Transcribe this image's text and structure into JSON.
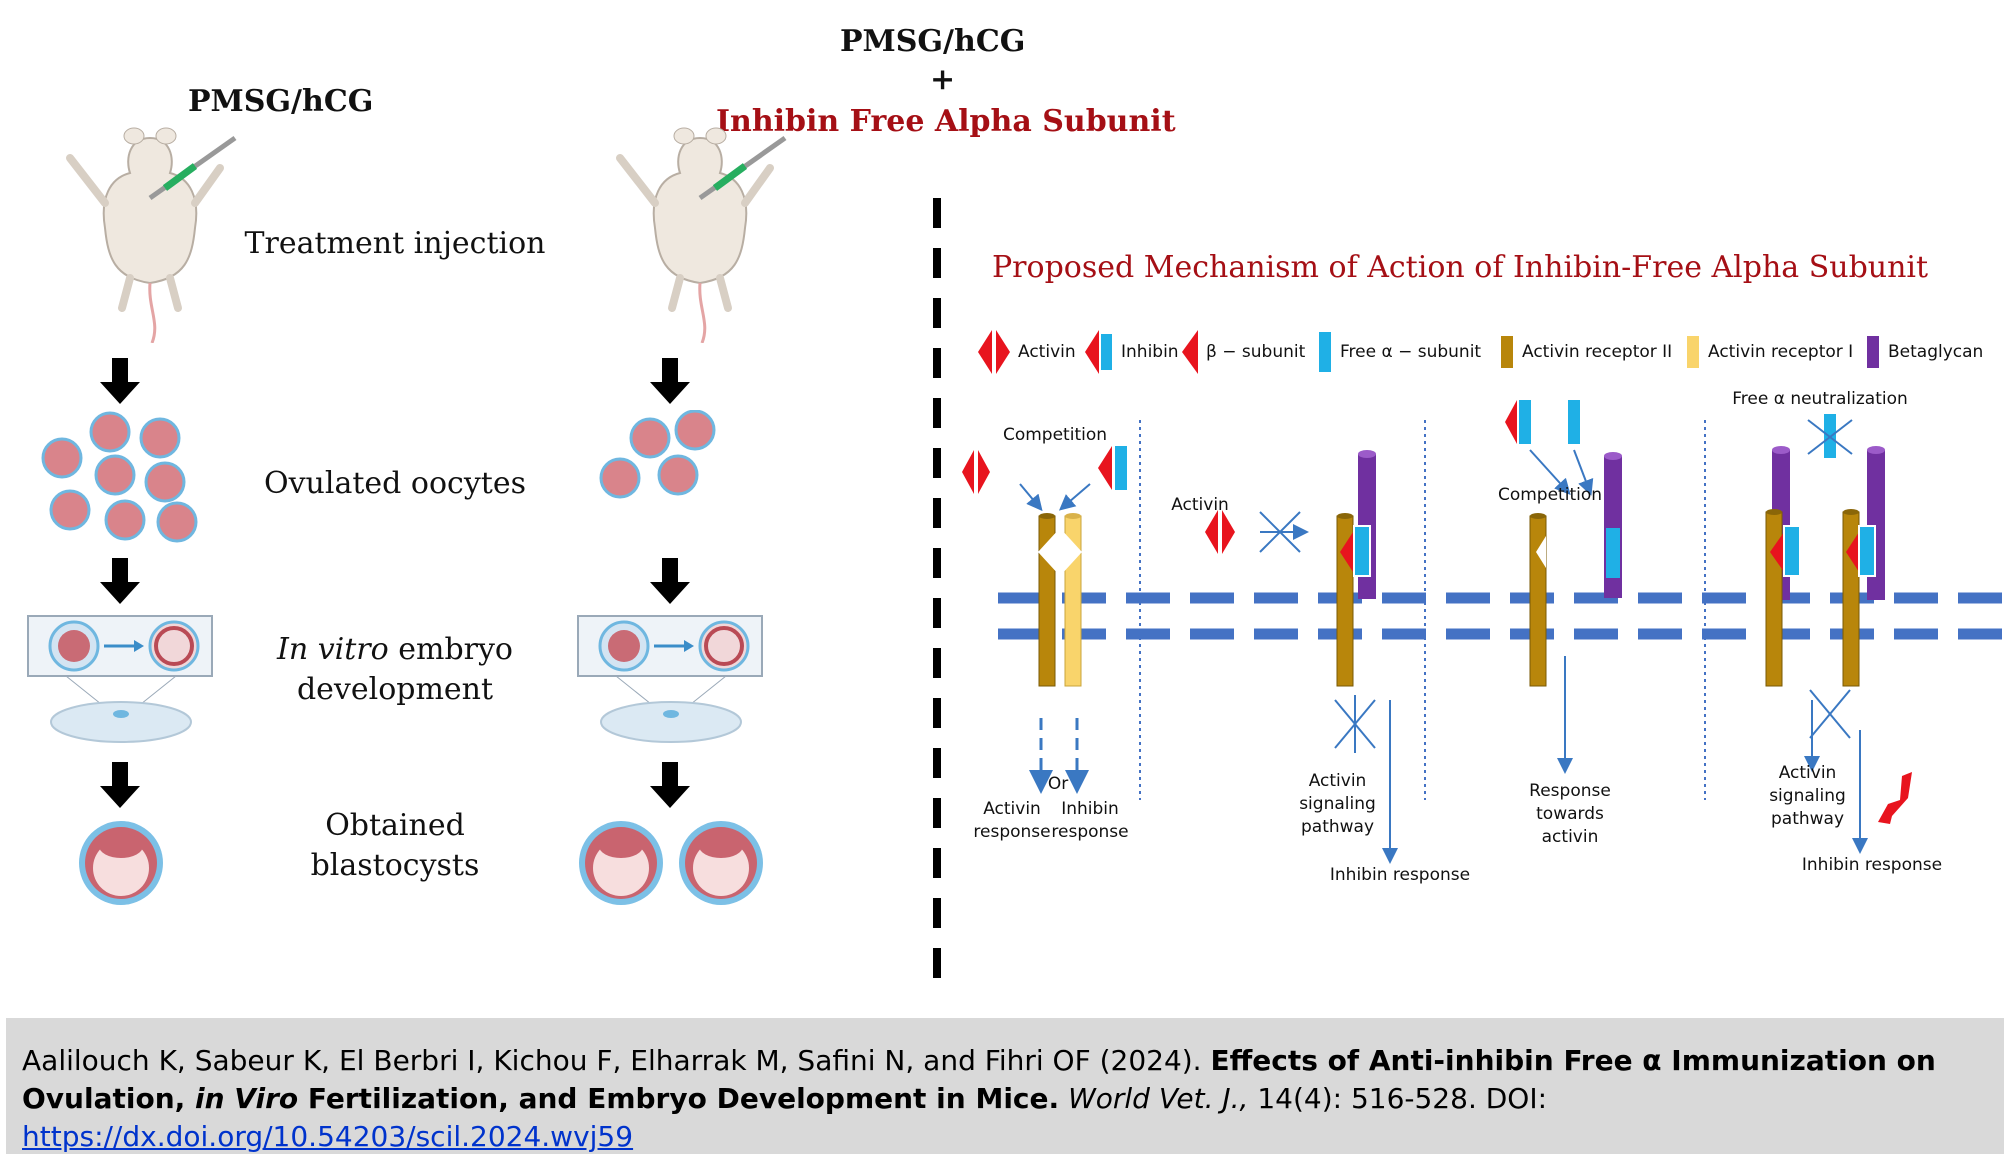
{
  "left": {
    "col1_header": "PMSG/hCG",
    "col2_header_line1": "PMSG/hCG",
    "col2_header_plus": "+",
    "col2_header_line2": "Inhibin Free Alpha Subunit",
    "stages": {
      "injection": "Treatment injection",
      "oocytes": "Ovulated oocytes",
      "invitro_italic": "In vitro",
      "invitro_rest": " embryo",
      "invitro_line2": "development",
      "blasto_line1": "Obtained",
      "blasto_line2": "blastocysts"
    }
  },
  "mechanism": {
    "title": "Proposed Mechanism of Action of Inhibin-Free Alpha Subunit",
    "legend": {
      "activin": "Activin",
      "inhibin": "Inhibin",
      "beta": "β − subunit",
      "free_alpha": "Free α − subunit",
      "receptor2": "Activin receptor II",
      "receptor1": "Activin receptor I",
      "betaglycan": "Betaglycan"
    },
    "panel1": {
      "competition": "Competition",
      "or": "Or",
      "activin_response_1": "Activin",
      "activin_response_2": "response",
      "inhibin_response_1": "Inhibin",
      "inhibin_response_2": "response"
    },
    "panel2": {
      "activin": "Activin",
      "signaling_1": "Activin",
      "signaling_2": "signaling",
      "signaling_3": "pathway",
      "inhibin_response": "Inhibin response"
    },
    "panel3": {
      "competition": "Competition",
      "resp_1": "Response",
      "resp_2": "towards",
      "resp_3": "activin"
    },
    "panel4": {
      "neutralization": "Free α neutralization",
      "signaling_1": "Activin",
      "signaling_2": "signaling",
      "signaling_3": "pathway",
      "inhibin_response": "Inhibin response"
    },
    "colors": {
      "red": "#e8141e",
      "blue": "#1fb0e6",
      "gold": "#b8860b",
      "yellow": "#f9d46b",
      "purple": "#7030a0",
      "membrane": "#4472c4",
      "title_red": "#a50f15"
    }
  },
  "citation": {
    "authors": "Aalilouch K, Sabeur K, El Berbri I, Kichou F, Elharrak M, Safini N, and Fihri OF (2024). ",
    "title_part1": "Effects of Anti-inhibin Free α Immunization on Ovulation, ",
    "title_italic": "in Viro",
    "title_part2": " Fertilization, and Embryo Development in Mice.",
    "journal": "World Vet. J.,",
    "volume": " 14(4): 516-528. DOI: ",
    "doi": "https://dx.doi.org/10.54203/scil.2024.wvj59"
  }
}
